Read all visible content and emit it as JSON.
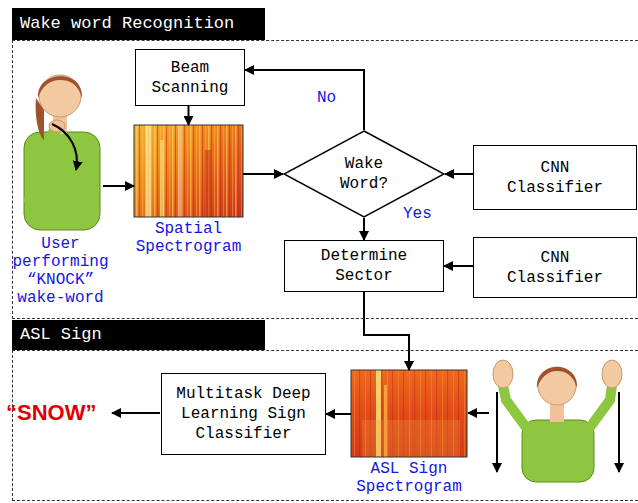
{
  "diagram": {
    "nodes": [
      {
        "text": [
          "Wake word Recognition"
        ]
      },
      {
        "text": [
          "Beam Scanning"
        ],
        "in": 0
      },
      {
        "text": [
          "Spatial Spectrogram"
        ],
        "in": 0
      },
      {
        "text": [
          "User performing “KNOCK” wake-word"
        ],
        "in": 0
      },
      {
        "text": [
          "Wake Word?"
        ],
        "in": 0
      },
      {
        "text": [
          "CNN Classifier"
        ],
        "in": 0
      },
      {
        "text": [
          "Determine Sector"
        ],
        "in": 0
      },
      {
        "text": [
          "CNN Classifier"
        ],
        "in": 0
      },
      {
        "text": [
          "ASL Sign"
        ]
      },
      {
        "text": [
          "ASL Sign Spectrogram"
        ],
        "in": 8
      },
      {
        "text": [
          "Multitask Deep Learning Sign Classifier"
        ],
        "in": 8
      }
    ],
    "edges": [
      {
        "from": 3,
        "to": 2,
        "arrow": "to"
      },
      {
        "from": 1,
        "to": 2,
        "arrow": "to"
      },
      {
        "from": 2,
        "to": 4,
        "arrow": "to"
      },
      {
        "from": 4,
        "to": 1,
        "label": "No",
        "arrow": "to"
      },
      {
        "from": 5,
        "to": 4,
        "arrow": "to"
      },
      {
        "from": 4,
        "to": 6,
        "label": "Yes",
        "arrow": "to"
      },
      {
        "from": 7,
        "to": 6,
        "arrow": "to"
      },
      {
        "from": 6,
        "to": 9,
        "arrow": "to"
      },
      {
        "from": 9,
        "to": 10,
        "arrow": "to"
      }
    ],
    "labels": [
      "“SNOW”"
    ]
  }
}
